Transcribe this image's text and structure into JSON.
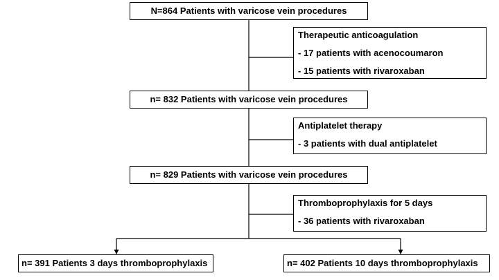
{
  "flowchart": {
    "box1": "N=864 Patients with varicose vein procedures",
    "exclusion1": {
      "title": "Therapeutic anticoagulation",
      "items": [
        "- 17 patients with acenocoumaron",
        "- 15 patients with rivaroxaban"
      ]
    },
    "box2": "n= 832 Patients with varicose vein procedures",
    "exclusion2": {
      "title": "Antiplatelet therapy",
      "items": [
        "- 3 patients with dual antiplatelet"
      ]
    },
    "box3": "n= 829 Patients with varicose vein procedures",
    "exclusion3": {
      "title": "Thromboprophylaxis for 5 days",
      "items": [
        "- 36 patients with rivaroxaban"
      ]
    },
    "final_left": "n= 391 Patients 3 days thromboprophylaxis",
    "final_right": "n= 402 Patients 10 days thromboprophylaxis"
  }
}
